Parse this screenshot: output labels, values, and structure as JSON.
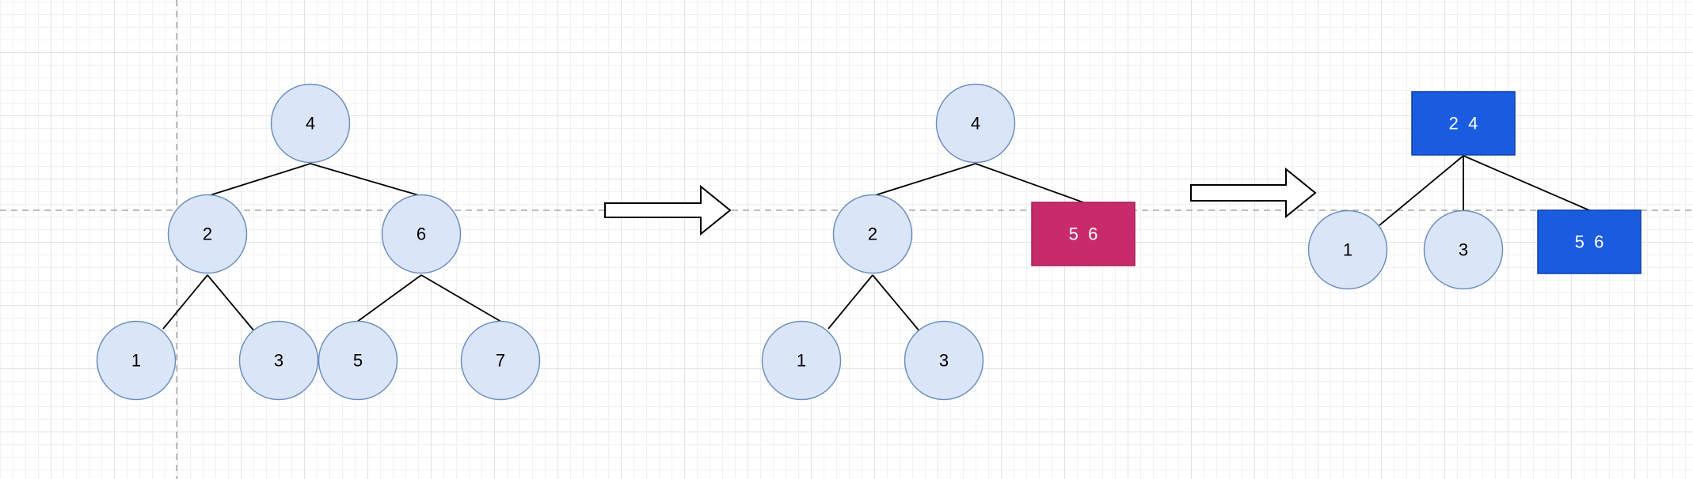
{
  "colors": {
    "circle_fill": "#dae6f8",
    "circle_stroke": "#6c8ebf",
    "red_box_fill": "#c82b6c",
    "red_box_stroke": "#a01f55",
    "blue_box_fill": "#1a5ce0",
    "blue_box_stroke": "#0d3fa8",
    "edge": "#000000",
    "guide": "#a8a8a8"
  },
  "trees": [
    {
      "name": "tree-1",
      "nodes": [
        {
          "id": "t1-n4",
          "label": "4"
        },
        {
          "id": "t1-n2",
          "label": "2"
        },
        {
          "id": "t1-n6",
          "label": "6"
        },
        {
          "id": "t1-n1",
          "label": "1"
        },
        {
          "id": "t1-n3",
          "label": "3"
        },
        {
          "id": "t1-n5",
          "label": "5"
        },
        {
          "id": "t1-n7",
          "label": "7"
        }
      ]
    },
    {
      "name": "tree-2",
      "nodes": [
        {
          "id": "t2-n4",
          "label": "4"
        },
        {
          "id": "t2-n2",
          "label": "2"
        },
        {
          "id": "t2-n56",
          "label": "5  6"
        },
        {
          "id": "t2-n1",
          "label": "1"
        },
        {
          "id": "t2-n3",
          "label": "3"
        }
      ]
    },
    {
      "name": "tree-3",
      "nodes": [
        {
          "id": "t3-n24",
          "label": "2  4"
        },
        {
          "id": "t3-n1",
          "label": "1"
        },
        {
          "id": "t3-n3",
          "label": "3"
        },
        {
          "id": "t3-n56",
          "label": "5  6"
        }
      ]
    }
  ]
}
